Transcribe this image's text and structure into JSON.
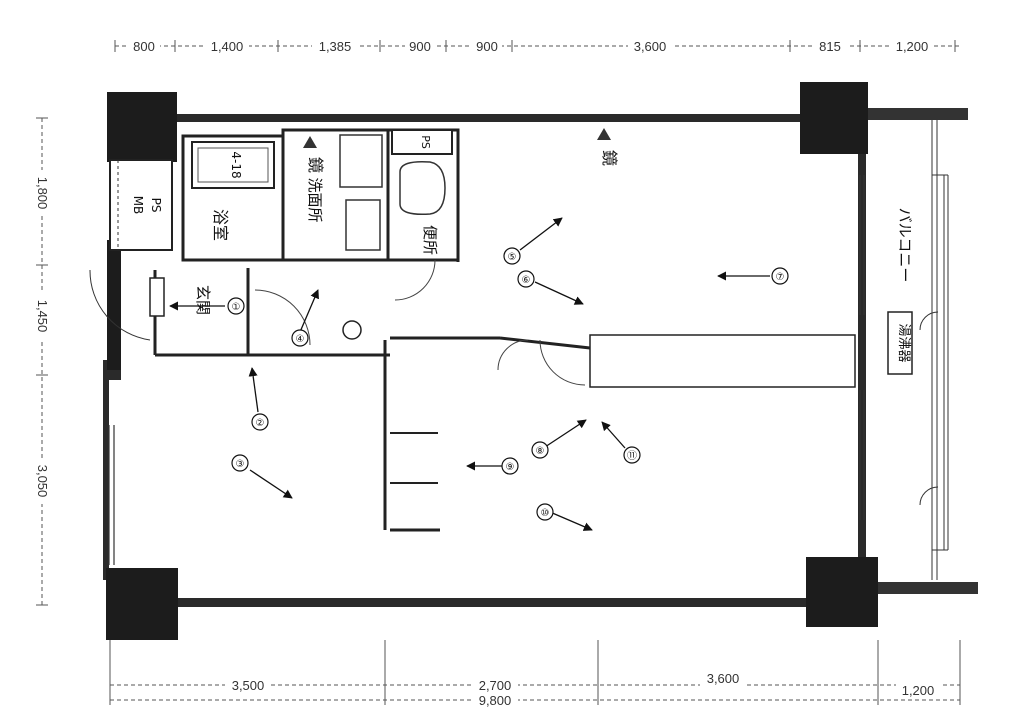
{
  "dimensions": {
    "top": [
      "800",
      "1,400",
      "1,385",
      "900",
      "900",
      "3,600",
      "815",
      "1,200"
    ],
    "left": [
      "1,800",
      "1,450",
      "3,050"
    ],
    "bottom": [
      "3,500",
      "2,700",
      "3,600",
      "9,800",
      "1,200"
    ]
  },
  "rooms": {
    "ps_mb_1": "PS",
    "ps_mb_2": "MB",
    "ps_top": "PS",
    "bath": "浴室",
    "washroom": "洗面所",
    "mirror_wash": "鏡",
    "toilet": "便所",
    "entrance": "玄関",
    "mirror_main": "鏡",
    "balcony": "バルコニー",
    "water_heater": "湯沸器",
    "tub_label": "4-18"
  },
  "viewpoints": [
    "①",
    "②",
    "③",
    "④",
    "⑤",
    "⑥",
    "⑦",
    "⑧",
    "⑨",
    "⑩",
    "⑪"
  ]
}
